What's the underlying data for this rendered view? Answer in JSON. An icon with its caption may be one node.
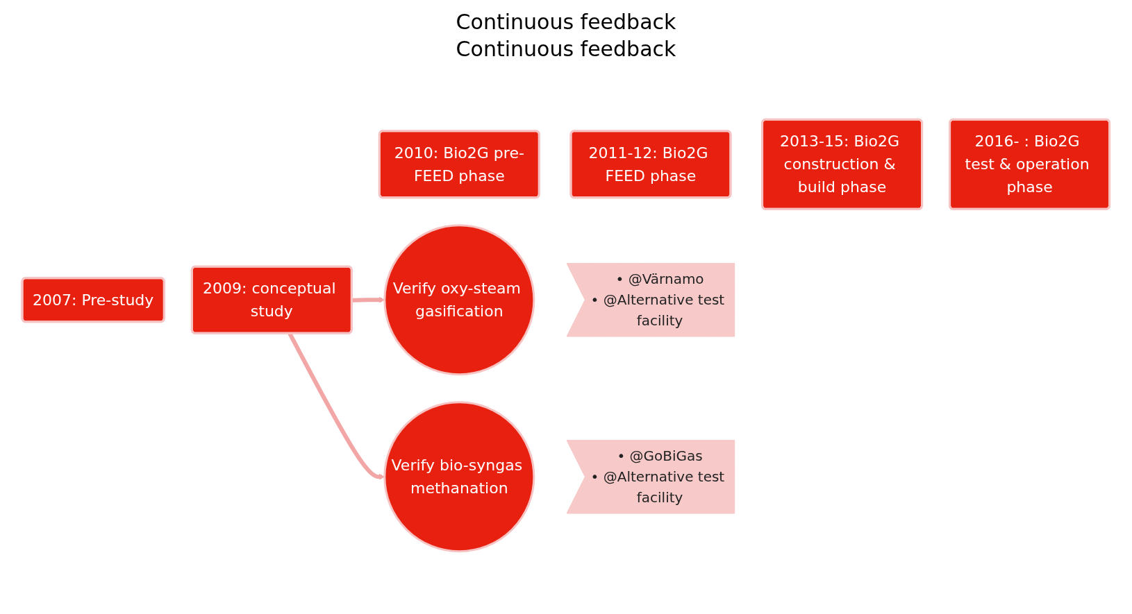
{
  "diagram": {
    "nodes": [
      {
        "text": [
          "2007: Pre-study"
        ]
      },
      {
        "text": [
          "2009: conceptual study"
        ]
      },
      {
        "text": [
          "2010: Bio2G pre-FEED phase"
        ]
      },
      {
        "text": [
          "2011-12: Bio2G FEED phase"
        ]
      },
      {
        "text": [
          "2013-15: Bio2G construction & build phase"
        ]
      },
      {
        "text": [
          "2016- : Bio2G test & operation phase"
        ]
      },
      {
        "text": [
          "Verify oxy-steam gasification"
        ]
      },
      {
        "text": [
          "• @Värnamo",
          "• @Alternative test facility"
        ]
      },
      {
        "text": [
          "Verify bio-syngas methanation"
        ]
      },
      {
        "text": [
          "• @GoBiGas",
          "• @Alternative test facility"
        ]
      }
    ],
    "edges": [
      {
        "from": 1,
        "to": 6,
        "arrow": "to"
      },
      {
        "from": 1,
        "to": 8,
        "arrow": "to"
      }
    ],
    "labels": [
      "Continuous feedback",
      "Continuous feedback"
    ]
  }
}
